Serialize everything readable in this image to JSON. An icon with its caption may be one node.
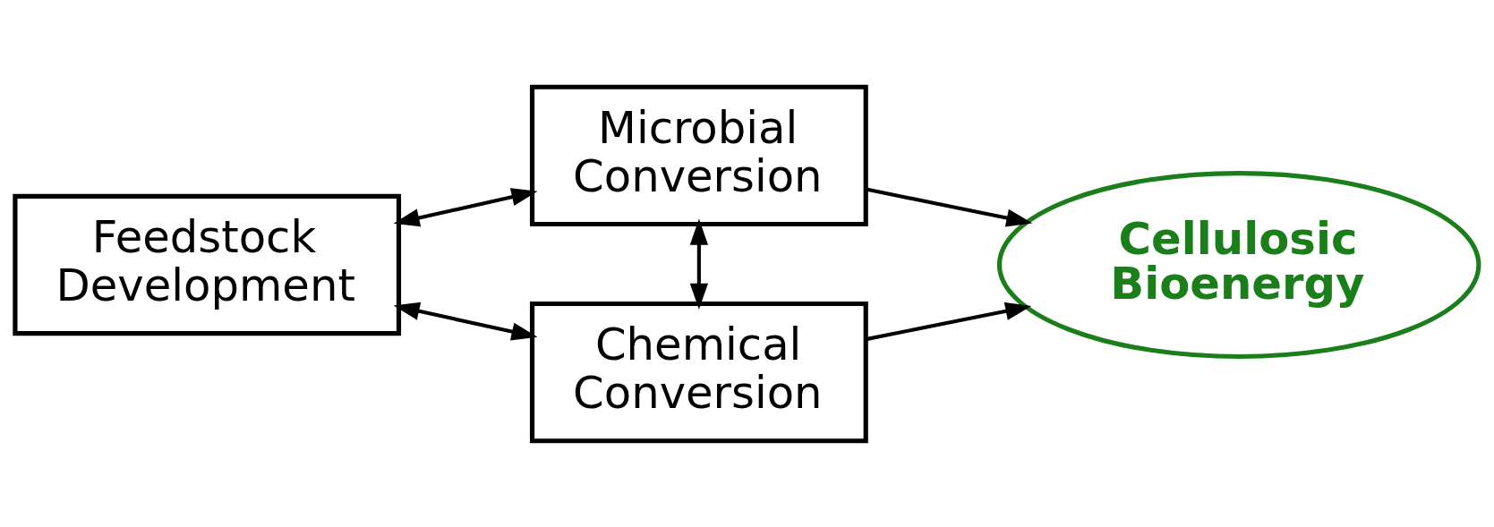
{
  "diagram": {
    "nodes": [
      {
        "text": [
          "Feedstock Development"
        ]
      },
      {
        "text": [
          "Microbial Conversion"
        ]
      },
      {
        "text": [
          "Chemical Conversion"
        ]
      },
      {
        "text": [
          "Cellulosic Bioenergy"
        ]
      }
    ],
    "edges": [
      {
        "from": 0,
        "to": 1,
        "arrow": "both"
      },
      {
        "from": 0,
        "to": 2,
        "arrow": "both"
      },
      {
        "from": 1,
        "to": 2,
        "arrow": "both"
      },
      {
        "from": 1,
        "to": 3,
        "arrow": "to"
      },
      {
        "from": 2,
        "to": 3,
        "arrow": "to"
      }
    ]
  }
}
